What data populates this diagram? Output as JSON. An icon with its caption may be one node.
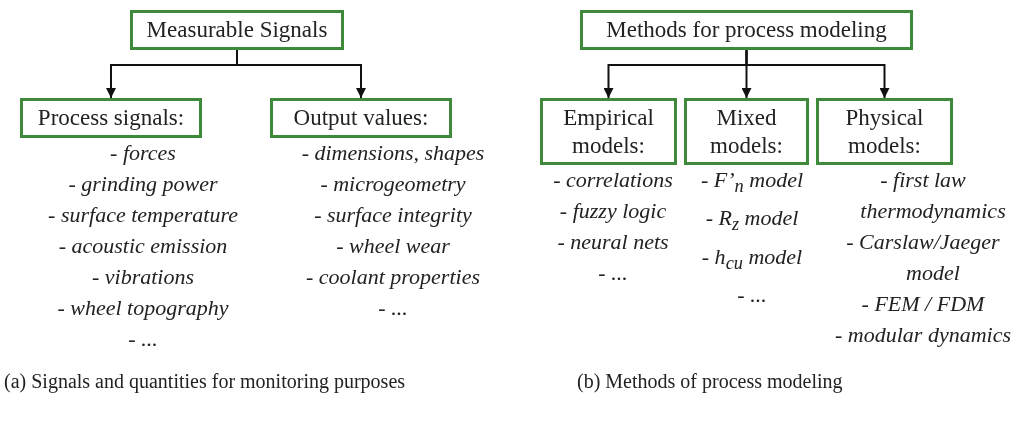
{
  "diagram": {
    "nodes": [
      {
        "text": [
          "Measurable Signals"
        ]
      },
      {
        "text": [
          "Process signals:"
        ],
        "beside": [
          "- forces",
          "- grinding power",
          "- surface temperature",
          "- acoustic emission",
          "- vibrations",
          "- wheel topography",
          "- ..."
        ]
      },
      {
        "text": [
          "Output values:"
        ],
        "beside": [
          "- dimensions, shapes",
          "- microgeometry",
          "- surface integrity",
          "- wheel wear",
          "- coolant properties",
          "- ..."
        ]
      },
      {
        "text": [
          "Methods for process modeling"
        ]
      },
      {
        "text": [
          "Empirical models:"
        ],
        "beside": [
          "- correlations",
          "- fuzzy logic",
          "- neural nets",
          "- ..."
        ]
      },
      {
        "text": [
          "Mixed models:"
        ],
        "beside": [
          "- F’$_{n}$ model",
          "- R$_{z}$ model",
          "- h$_{cu}$ model",
          "- ..."
        ]
      },
      {
        "text": [
          "Physical models:"
        ],
        "beside": [
          "- first law thermodynamics",
          "- Carslaw/Jaeger model",
          "- FEM / FDM",
          "- modular dynamics"
        ]
      }
    ],
    "edges": [
      {
        "from": 0,
        "to": 1,
        "arrow": "to"
      },
      {
        "from": 0,
        "to": 2,
        "arrow": "to"
      },
      {
        "from": 3,
        "to": 4,
        "arrow": "to"
      },
      {
        "from": 3,
        "to": 5,
        "arrow": "to"
      },
      {
        "from": 3,
        "to": 6,
        "arrow": "to"
      }
    ],
    "labels": [
      "(a) Signals and quantities for monitoring purposes",
      "(b) Methods of process modeling"
    ]
  }
}
